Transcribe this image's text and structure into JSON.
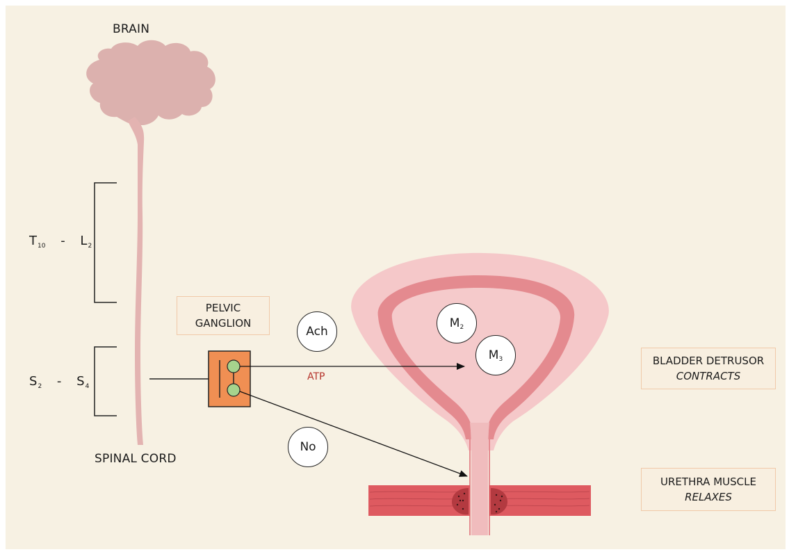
{
  "labels": {
    "brain": "BRAIN",
    "spinal_cord": "SPINAL CORD",
    "t10_main": "T",
    "t10_sub": "10",
    "l2_main": "L",
    "l2_sub": "2",
    "s2_main": "S",
    "s2_sub": "2",
    "s4_main": "S",
    "s4_sub": "4",
    "dash": "-",
    "atp": "ATP"
  },
  "boxes": {
    "pelvic_ganglion_line1": "PELVIC",
    "pelvic_ganglion_line2": "GANGLION",
    "bladder_line1": "BLADDER DETRUSOR",
    "bladder_line2": "CONTRACTS",
    "urethra_line1": "URETHRA MUSCLE",
    "urethra_line2": "RELAXES"
  },
  "circles": {
    "ach": "Ach",
    "no": "No",
    "m2_main": "M",
    "m2_sub": "2",
    "m3_main": "M",
    "m3_sub": "3"
  },
  "colors": {
    "background": "#f7f1e3",
    "brain": "#dcb1ae",
    "spinal_cord": "#e3b3b1",
    "bladder_outer": "#f5c8c9",
    "bladder_wall": "#e48a8f",
    "bladder_inner": "#f5cacb",
    "urethra_muscle": "#de5a60",
    "ganglion_box": "#f08f53",
    "ganglion_cell": "#a6d38d",
    "atp_text": "#b5332b"
  }
}
